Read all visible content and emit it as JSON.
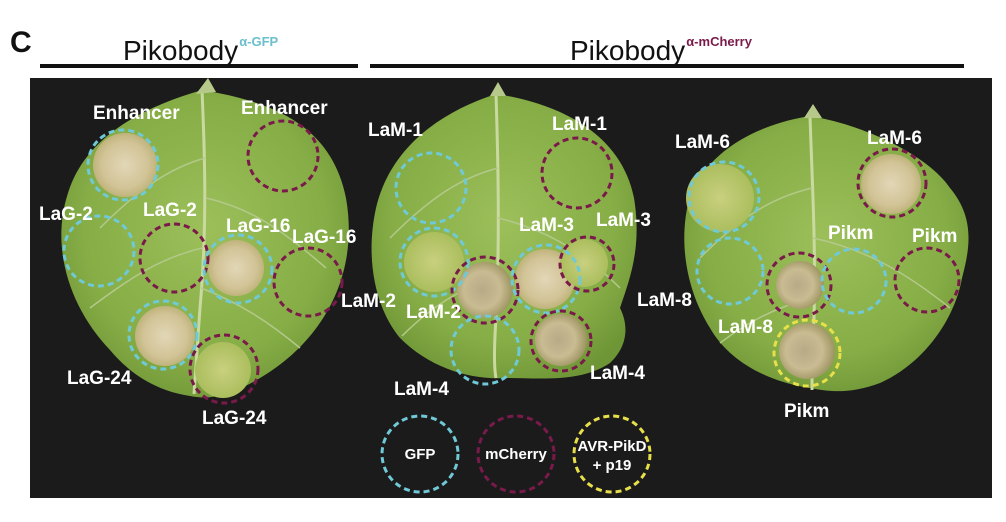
{
  "panel_letter": "C",
  "titles": {
    "gfp": {
      "main": "Pikobody",
      "sup": "α-GFP"
    },
    "mcherry": {
      "main": "Pikobody",
      "sup": "α-mCherry"
    }
  },
  "colors": {
    "gfp": "#6fc9d6",
    "mcherry": "#7a1a4a",
    "avr": "#e8e04a",
    "sup_gfp": "#6bbfcc",
    "sup_mcherry": "#7a1a4a"
  },
  "labels": {
    "leaf1": {
      "enhancer_gfp": "Enhancer",
      "enhancer_mch": "Enhancer",
      "lag2_gfp": "LaG-2",
      "lag2_mch": "LaG-2",
      "lag16_gfp": "LaG-16",
      "lag16_mch": "LaG-16",
      "lag24_gfp": "LaG-24",
      "lag24_mch": "LaG-24"
    },
    "leaf2": {
      "lam1_gfp": "LaM-1",
      "lam1_mch": "LaM-1",
      "lam2_gfp": "LaM-2",
      "lam2_mch": "LaM-2",
      "lam3_gfp": "LaM-3",
      "lam3_mch": "LaM-3",
      "lam4_gfp": "LaM-4",
      "lam4_mch": "LaM-4"
    },
    "leaf3": {
      "lam6_gfp": "LaM-6",
      "lam6_mch": "LaM-6",
      "lam8_gfp": "LaM-8",
      "lam8_mch": "LaM-8",
      "pikm_gfp": "Pikm",
      "pikm_mch": "Pikm",
      "pikm_avr": "Pikm"
    }
  },
  "legend": {
    "gfp": "GFP",
    "mcherry": "mCherry",
    "avr_line1": "AVR-PikD",
    "avr_line2": "+ p19"
  }
}
